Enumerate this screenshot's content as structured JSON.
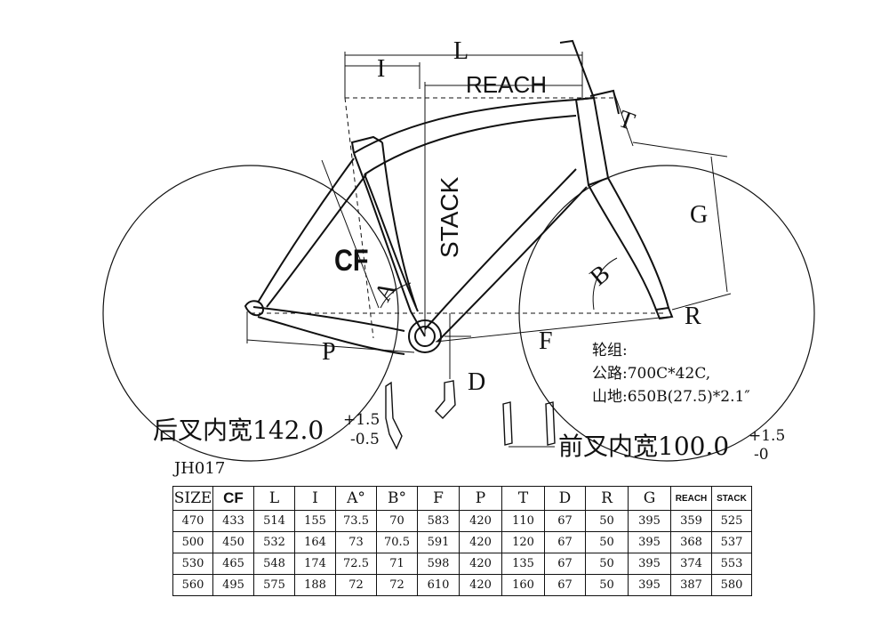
{
  "labels": {
    "L": "L",
    "I": "I",
    "REACH": "REACH",
    "STACK": "STACK",
    "T": "T",
    "G": "G",
    "B": "B",
    "R": "R",
    "F": "F",
    "P": "P",
    "A": "A",
    "D": "D",
    "CF": "CF"
  },
  "wheelset": {
    "title": "轮组:",
    "road": "公路:700C*42C,",
    "mtb": "山地:650B(27.5)*2.1″"
  },
  "rear_spacing": {
    "text": "后叉内宽142.0",
    "tol_plus": "+1.5",
    "tol_minus": "-0.5"
  },
  "front_spacing": {
    "text": "前叉内宽100.0",
    "tol_plus": "+1.5",
    "tol_minus": "-0"
  },
  "model": "JH017",
  "table": {
    "headers": [
      "SIZE",
      "CF",
      "L",
      "I",
      "A°",
      "B°",
      "F",
      "P",
      "T",
      "D",
      "R",
      "G",
      "REACH",
      "STACK"
    ],
    "rows": [
      [
        "470",
        "433",
        "514",
        "155",
        "73.5",
        "70",
        "583",
        "420",
        "110",
        "67",
        "50",
        "395",
        "359",
        "525"
      ],
      [
        "500",
        "450",
        "532",
        "164",
        "73",
        "70.5",
        "591",
        "420",
        "120",
        "67",
        "50",
        "395",
        "368",
        "537"
      ],
      [
        "530",
        "465",
        "548",
        "174",
        "72.5",
        "71",
        "598",
        "420",
        "135",
        "67",
        "50",
        "395",
        "374",
        "553"
      ],
      [
        "560",
        "495",
        "575",
        "188",
        "72",
        "72",
        "610",
        "420",
        "160",
        "67",
        "50",
        "395",
        "387",
        "580"
      ]
    ]
  }
}
